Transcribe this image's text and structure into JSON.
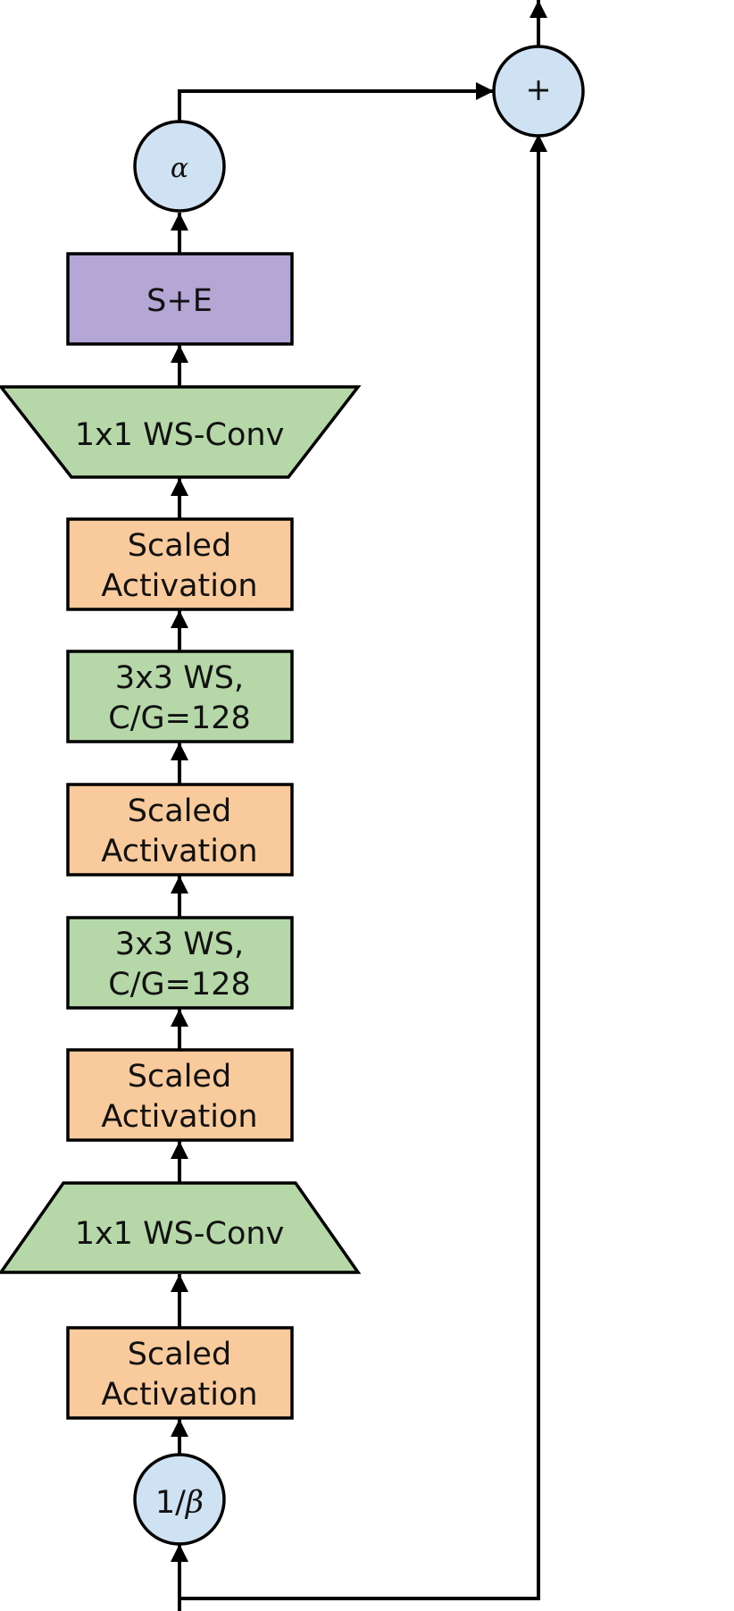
{
  "blocks": {
    "skip_gain": "α",
    "squeeze_excite": "S+E",
    "conv_1x1_top": "1x1 WS-Conv",
    "act_4": [
      "Scaled",
      "Activation"
    ],
    "conv_3x3_2": [
      "3x3 WS,",
      "C/G=128"
    ],
    "act_3": [
      "Scaled",
      "Activation"
    ],
    "conv_3x3_1": [
      "3x3 WS,",
      "C/G=128"
    ],
    "act_2": [
      "Scaled",
      "Activation"
    ],
    "conv_1x1_bottom": "1x1 WS-Conv",
    "act_1": [
      "Scaled",
      "Activation"
    ],
    "input_scale": {
      "prefix": "1/",
      "symbol": "β"
    },
    "residual_add": "+"
  },
  "colors": {
    "conv": "#b6d7a8",
    "activation": "#f9cb9c",
    "squeeze_excite": "#b4a7d6",
    "scalar": "#cfe2f3",
    "stroke": "#000000"
  }
}
